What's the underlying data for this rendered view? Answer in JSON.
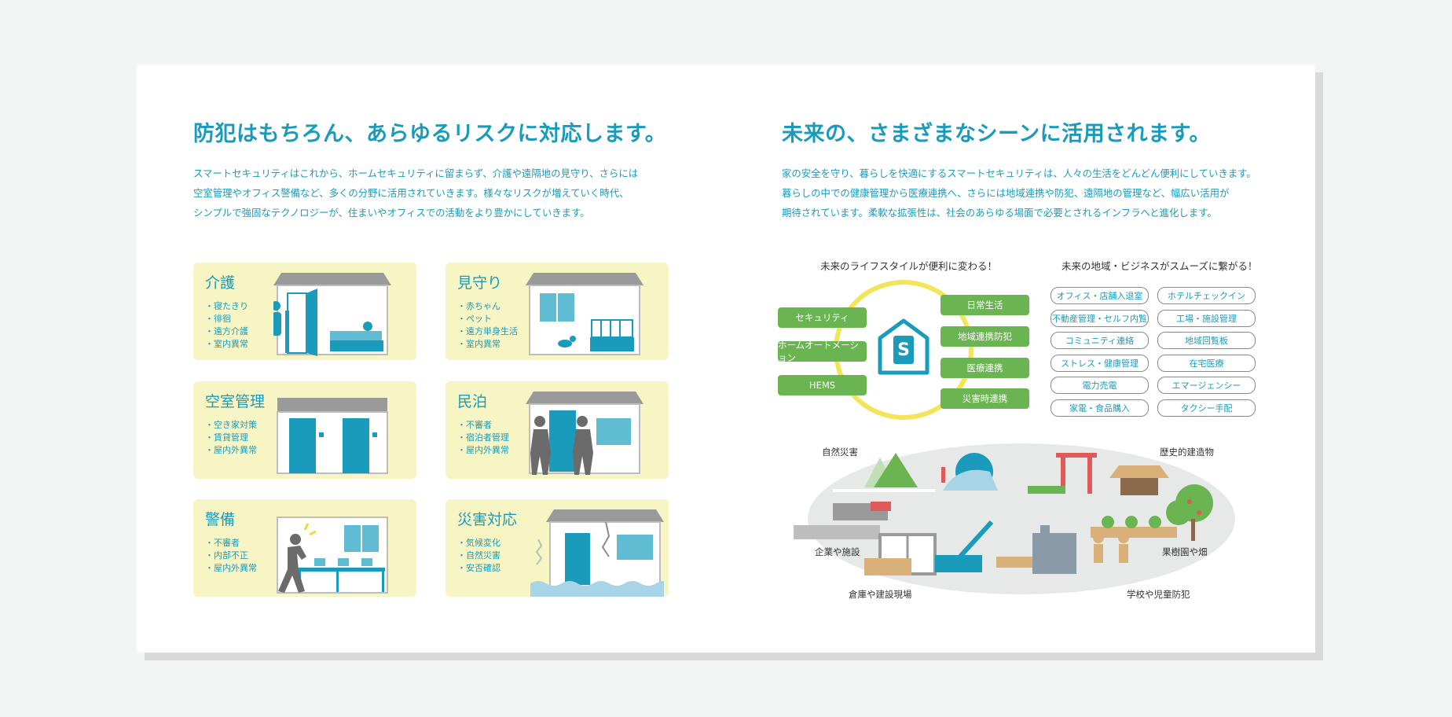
{
  "left": {
    "heading": "防犯はもちろん、あらゆるリスクに対応します。",
    "intro": [
      "スマートセキュリティはこれから、ホームセキュリティに留まらず、介護や遠隔地の見守り、さらには",
      "空室管理やオフィス警備など、多くの分野に活用されていきます。様々なリスクが増えていく時代、",
      "シンプルで強固なテクノロジーが、住まいやオフィスでの活動をより豊かにしていきます。"
    ],
    "cards": [
      {
        "title": "介護",
        "items": [
          "寝たきり",
          "徘徊",
          "遠方介護",
          "室内異常"
        ]
      },
      {
        "title": "見守り",
        "items": [
          "赤ちゃん",
          "ペット",
          "遠方単身生活",
          "室内異常"
        ]
      },
      {
        "title": "空室管理",
        "items": [
          "空き家対策",
          "賃貸管理",
          "屋内外異常"
        ]
      },
      {
        "title": "民泊",
        "items": [
          "不審者",
          "宿泊者管理",
          "屋内外異常"
        ]
      },
      {
        "title": "警備",
        "items": [
          "不審者",
          "内部不正",
          "屋内外異常"
        ]
      },
      {
        "title": "災害対応",
        "items": [
          "気候変化",
          "自然災害",
          "安否確認"
        ]
      }
    ]
  },
  "right": {
    "heading": "未来の、さまざまなシーンに活用されます。",
    "intro": [
      "家の安全を守り、暮らしを快適にするスマートセキュリティは、人々の生活をどんどん便利にしていきます。",
      "暮らしの中での健康管理から医療連携へ、さらには地域連携や防犯、遠隔地の管理など、幅広い活用が",
      "期待されています。柔軟な拡張性は、社会のあらゆる場面で必要とされるインフラへと進化します。"
    ],
    "lifestyle": {
      "title": "未来のライフスタイルが便利に変わる！",
      "center_letter": "S",
      "left_items": [
        "セキュリティ",
        "ホームオートメーション",
        "HEMS"
      ],
      "right_items": [
        "日常生活",
        "地域連携防犯",
        "医療連携",
        "災害時連携"
      ]
    },
    "business": {
      "title": "未来の地域・ビジネスがスムーズに繋がる！",
      "tags": [
        "オフィス・店舗入退室",
        "ホテルチェックイン",
        "不動産管理・セルフ内覧",
        "工場・施設管理",
        "コミュニティ連絡",
        "地域回覧板",
        "ストレス・健康管理",
        "在宅医療",
        "電力売電",
        "エマージェンシー",
        "家電・食品購入",
        "タクシー手配"
      ]
    },
    "scenes": [
      "自然災害",
      "歴史的建造物",
      "企業や施設",
      "果樹園や畑",
      "倉庫や建設現場",
      "学校や児童防犯"
    ]
  },
  "colors": {
    "accent": "#1a9bbb",
    "green": "#6ab451",
    "yellow": "#f7f5c4",
    "ring": "#f2e55a",
    "gray": "#8c8c8c"
  }
}
